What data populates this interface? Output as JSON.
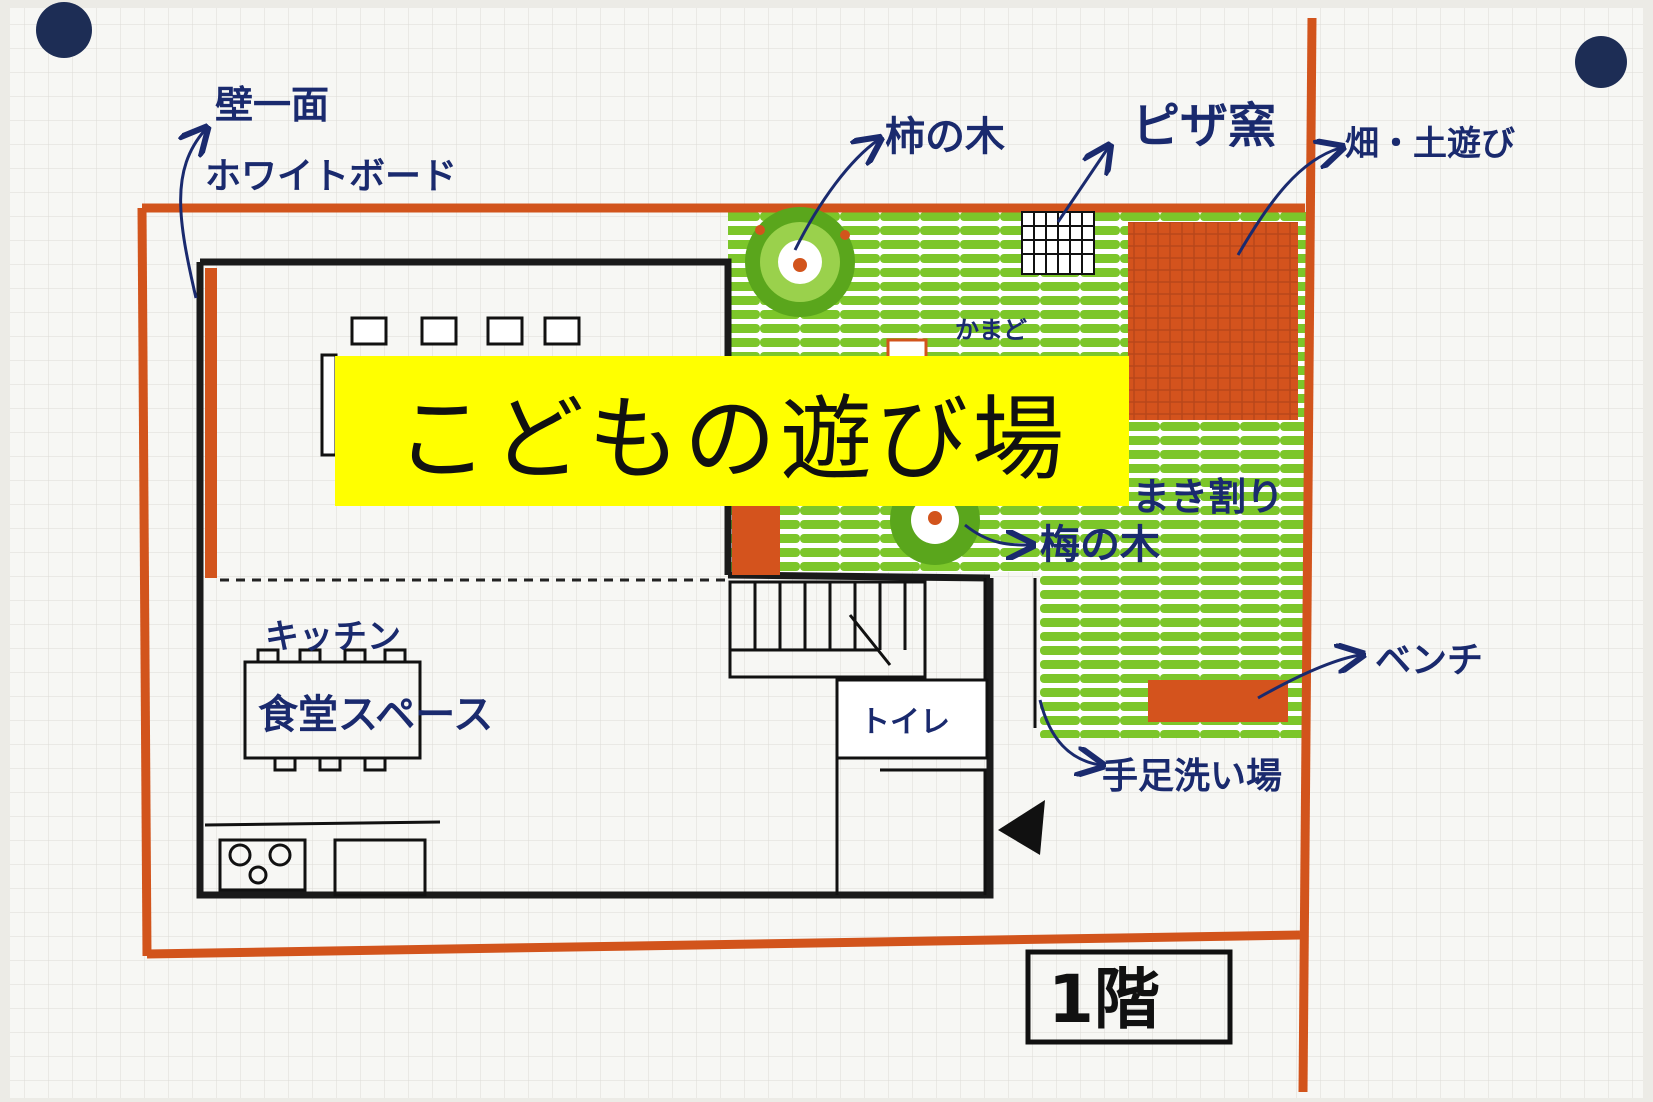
{
  "title": "こどもの遊び場",
  "labels": {
    "wall_whiteboard_line1": "壁一面",
    "wall_whiteboard_line2": "ホワイトボード",
    "persimmon_tree": "柿の木",
    "pizza_oven": "ピザ窯",
    "field_dirt_play": "畑・土遊び",
    "kamado": "かまど",
    "firewood": "まき割り",
    "plum_tree": "梅の木",
    "kitchen": "キッチン",
    "dining_space": "食堂スペース",
    "toilet": "トイレ",
    "bench": "ベンチ",
    "hand_foot_wash": "手足洗い場",
    "floor": "1階"
  },
  "colors": {
    "orange_border": "#d2541c",
    "lawn_green": "#7cc62a",
    "field_orange": "#d4531d",
    "ink_blue": "#1a2a6e",
    "title_background": "#ffff00"
  }
}
